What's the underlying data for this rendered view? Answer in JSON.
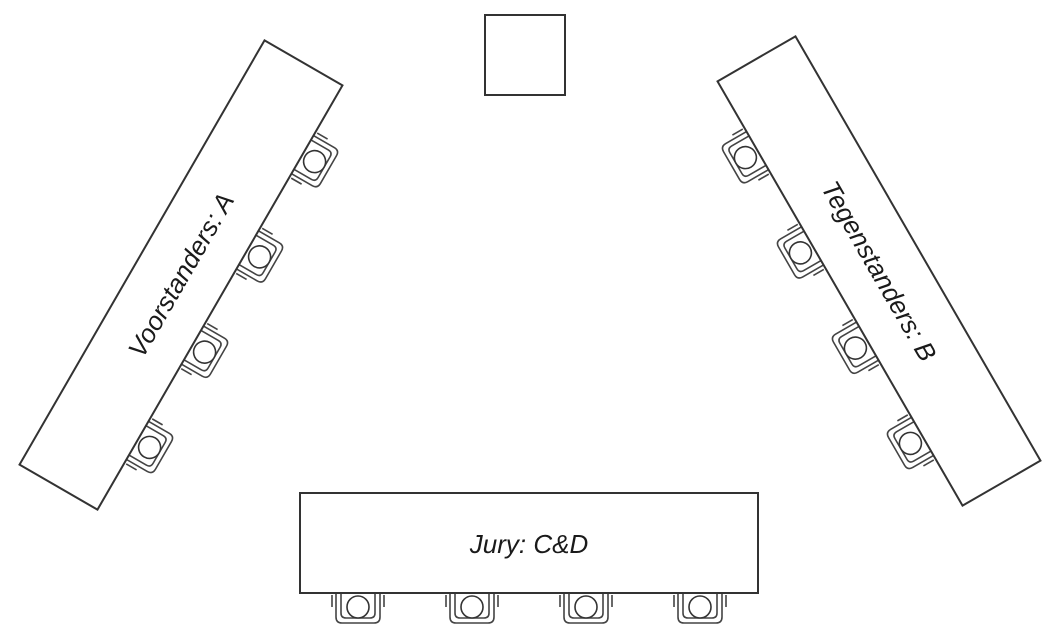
{
  "tables": {
    "left": {
      "label": "Voorstanders: A",
      "chairs": 4
    },
    "right": {
      "label": "Tegenstanders: B",
      "chairs": 4
    },
    "bottom": {
      "label": "Jury: C&D",
      "chairs": 4
    }
  }
}
